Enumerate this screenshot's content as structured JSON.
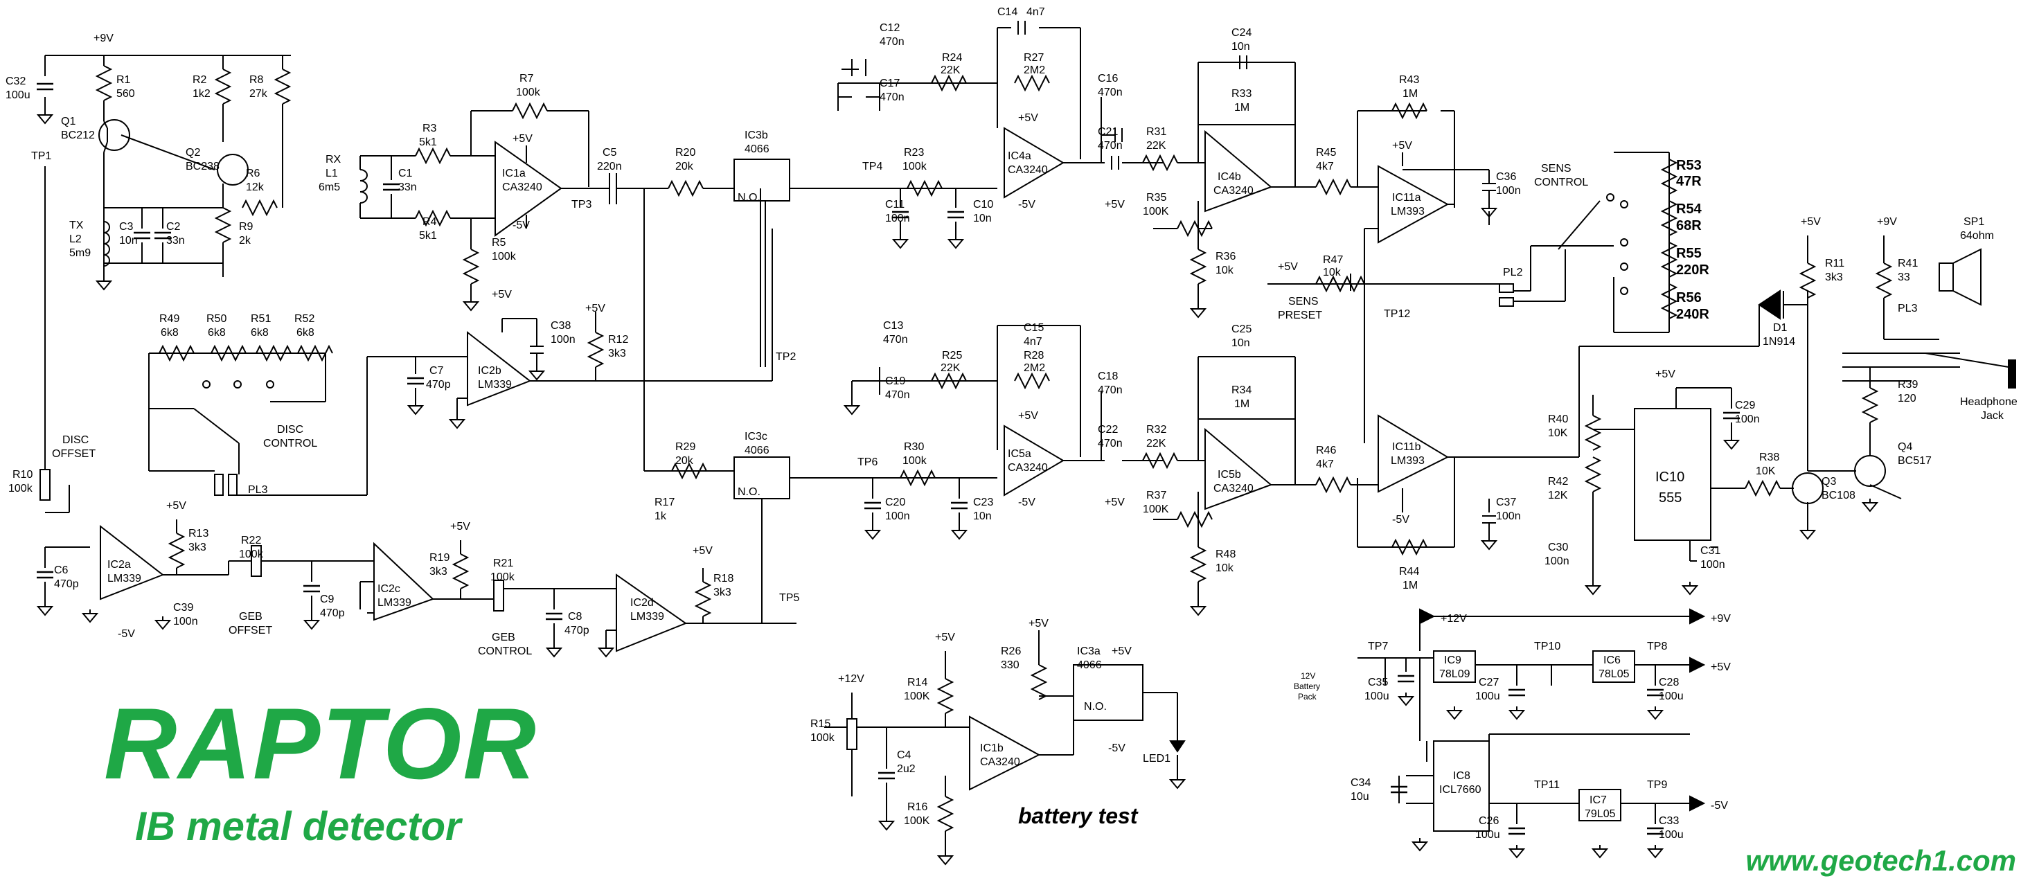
{
  "title": "RAPTOR",
  "subtitle": "IB metal detector",
  "website": "www.geotech1.com",
  "section_label_battery": "battery test",
  "brand_color": "#1fa846",
  "labels": {
    "c32": "C32",
    "c32v": "100u",
    "p9v_a": "+9V",
    "r1": "R1",
    "r1v": "560",
    "q1": "Q1",
    "q1v": "BC212",
    "r2": "R2",
    "r2v": "1k2",
    "r8": "R8",
    "r8v": "27k",
    "q2": "Q2",
    "q2v": "BC238",
    "r6": "R6",
    "r6v": "12k",
    "r9": "R9",
    "r9v": "2k",
    "tp1": "TP1",
    "c3": "C3",
    "c3v": "10n",
    "c2": "C2",
    "c2v": "33n",
    "tx": "TX",
    "l2": "L2",
    "l2v": "5m9",
    "rx": "RX",
    "l1": "L1",
    "l1v": "6m5",
    "c1": "C1",
    "c1v": "33n",
    "r3": "R3",
    "r3v": "5k1",
    "r4": "R4",
    "r4v": "5k1",
    "r7": "R7",
    "r7v": "100k",
    "p5v_ic1": "+5V",
    "ic1a": "IC1a",
    "ic1av": "CA3240",
    "m5v_ic1": "-5V",
    "r5": "R5",
    "r5v": "100k",
    "tp3": "TP3",
    "c5": "C5",
    "c5v": "220n",
    "r20": "R20",
    "r20v": "20k",
    "ic3b": "IC3b",
    "ic3bv": "4066",
    "no_b": "N.O.",
    "c12": "C12",
    "c12v": "470n",
    "c14": "C14",
    "c14v": "4n7",
    "r24": "R24",
    "r24v": "22K",
    "r27": "R27",
    "r27v": "2M2",
    "c17": "C17",
    "c17v": "470n",
    "tp4": "TP4",
    "r23": "R23",
    "r23v": "100k",
    "c11": "C11",
    "c11v": "100n",
    "c10": "C10",
    "c10v": "10n",
    "ic4a": "IC4a",
    "ic4av": "CA3240",
    "p5v_ic4": "+5V",
    "m5v_ic4": "-5V",
    "c16": "C16",
    "c16v": "470n",
    "c21": "C21",
    "c21v": "470n",
    "r31": "R31",
    "r31v": "22K",
    "c24": "C24",
    "c24v": "10n",
    "r33": "R33",
    "r33v": "1M",
    "ic4b": "IC4b",
    "ic4bv": "CA3240",
    "p5v_r35": "+5V",
    "r35": "R35",
    "r35v": "100K",
    "r36": "R36",
    "r36v": "10k",
    "r45": "R45",
    "r45v": "4k7",
    "r43": "R43",
    "r43v": "1M",
    "p5v_ic11": "+5V",
    "ic11a": "IC11a",
    "ic11av": "LM393",
    "c36": "C36",
    "c36v": "100n",
    "sens": "SENS",
    "control": "CONTROL",
    "r53": "R53",
    "r53v": "47R",
    "r54": "R54",
    "r54v": "68R",
    "r55": "R55",
    "r55v": "220R",
    "r56": "R56",
    "r56v": "240R",
    "p5v_r47": "+5V",
    "r47": "R47",
    "r47v": "10k",
    "pl2": "PL2",
    "sens_preset_a": "SENS",
    "sens_preset_b": "PRESET",
    "tp12": "TP12",
    "r49": "R49",
    "r49v": "6k8",
    "r50": "R50",
    "r50v": "6k8",
    "r51": "R51",
    "r51v": "6k8",
    "r52": "R52",
    "r52v": "6k8",
    "disc_control_a": "DISC",
    "disc_control_b": "CONTROL",
    "p5v_c38": "+5V",
    "c38": "C38",
    "c38v": "100n",
    "p5v_r12": "+5V",
    "r12": "R12",
    "r12v": "3k3",
    "c7": "C7",
    "c7v": "470p",
    "ic2b": "IC2b",
    "ic2bv": "LM339",
    "tp2": "TP2",
    "pl3_a": "PL3",
    "disc_offset_a": "DISC",
    "disc_offset_b": "OFFSET",
    "r10": "R10",
    "r10v": "100k",
    "c6": "C6",
    "c6v": "470p",
    "ic2a": "IC2a",
    "ic2av": "LM339",
    "m5v_ic2": "-5V",
    "c39": "C39",
    "c39v": "100n",
    "p5v_r13": "+5V",
    "r13": "R13",
    "r13v": "3k3",
    "r22": "R22",
    "r22v": "100k",
    "geb_offset_a": "GEB",
    "geb_offset_b": "OFFSET",
    "c9": "C9",
    "c9v": "470p",
    "ic2c": "IC2c",
    "ic2cv": "LM339",
    "p5v_r19": "+5V",
    "r19": "R19",
    "r19v": "3k3",
    "r21": "R21",
    "r21v": "100k",
    "geb_control_a": "GEB",
    "geb_control_b": "CONTROL",
    "c8": "C8",
    "c8v": "470p",
    "ic2d": "IC2d",
    "ic2dv": "LM339",
    "p5v_r18": "+5V",
    "r18": "R18",
    "r18v": "3k3",
    "tp5": "TP5",
    "r17": "R17",
    "r17v": "1k",
    "r29": "R29",
    "r29v": "20k",
    "ic3c": "IC3c",
    "ic3cv": "4066",
    "no_c": "N.O.",
    "tp6": "TP6",
    "c13": "C13",
    "c13v": "470n",
    "c15": "C15",
    "c15v": "4n7",
    "r25": "R25",
    "r25v": "22K",
    "r28": "R28",
    "r28v": "2M2",
    "c19": "C19",
    "c19v": "470n",
    "r30": "R30",
    "r30v": "100k",
    "c20": "C20",
    "c20v": "100n",
    "c23": "C23",
    "c23v": "10n",
    "ic5a": "IC5a",
    "ic5av": "CA3240",
    "p5v_ic5": "+5V",
    "m5v_ic5": "-5V",
    "c18": "C18",
    "c18v": "470n",
    "c22": "C22",
    "c22v": "470n",
    "r32": "R32",
    "r32v": "22K",
    "c25": "C25",
    "c25v": "10n",
    "r34": "R34",
    "r34v": "1M",
    "ic5b": "IC5b",
    "ic5bv": "CA3240",
    "p5v_r37": "+5V",
    "r37": "R37",
    "r37v": "100K",
    "r48": "R48",
    "r48v": "10k",
    "r46": "R46",
    "r46v": "4k7",
    "ic11b": "IC11b",
    "ic11bv": "LM393",
    "m5v_ic11": "-5V",
    "r44": "R44",
    "r44v": "1M",
    "c37": "C37",
    "c37v": "100n",
    "d1": "D1",
    "d1v": "1N914",
    "p5v_r11": "+5V",
    "r11": "R11",
    "r11v": "3k3",
    "p9v_r41": "+9V",
    "r41": "R41",
    "r41v": "33",
    "sp1": "SP1",
    "sp1v": "64ohm",
    "pl3_b": "PL3",
    "headphone_a": "Headphone",
    "headphone_b": "Jack",
    "r39": "R39",
    "r39v": "120",
    "q4": "Q4",
    "q4v": "BC517",
    "q3": "Q3",
    "q3v": "BC108",
    "r38": "R38",
    "r38v": "10K",
    "p5v_ic10": "+5V",
    "c29": "C29",
    "c29v": "100n",
    "r40": "R40",
    "r40v": "10K",
    "r42": "R42",
    "r42v": "12K",
    "ic10": "IC10",
    "ic10v": "555",
    "c30": "C30",
    "c30v": "100n",
    "c31": "C31",
    "c31v": "100n",
    "p5v_r14": "+5V",
    "r14": "R14",
    "r14v": "100K",
    "p12v_r15": "+12V",
    "r15": "R15",
    "r15v": "100k",
    "c4": "C4",
    "c4v": "2u2",
    "ic1b": "IC1b",
    "ic1bv": "CA3240",
    "r16": "R16",
    "r16v": "100K",
    "p5v_r26": "+5V",
    "r26": "R26",
    "r26v": "330",
    "ic3a": "IC3a",
    "ic3av": "4066",
    "p5v_ic3": "+5V",
    "no_a": "N.O.",
    "m5v_ic3": "-5V",
    "led1": "LED1",
    "p12v_out": "+12V",
    "p9v_out": "+9V",
    "p5v_out": "+5V",
    "m5v_out": "-5V",
    "tp7": "TP7",
    "tp10": "TP10",
    "tp8": "TP8",
    "tp11": "TP11",
    "tp9": "TP9",
    "batt_a": "12V",
    "batt_b": "Battery",
    "batt_c": "Pack",
    "c35": "C35",
    "c35v": "100u",
    "ic9": "IC9",
    "ic9v": "78L09",
    "c27": "C27",
    "c27v": "100u",
    "ic6": "IC6",
    "ic6v": "78L05",
    "c28": "C28",
    "c28v": "100u",
    "c34": "C34",
    "c34v": "10u",
    "ic8": "IC8",
    "ic8v": "ICL7660",
    "c26": "C26",
    "c26v": "100u",
    "ic7": "IC7",
    "ic7v": "79L05",
    "c33": "C33",
    "c33v": "100u"
  }
}
